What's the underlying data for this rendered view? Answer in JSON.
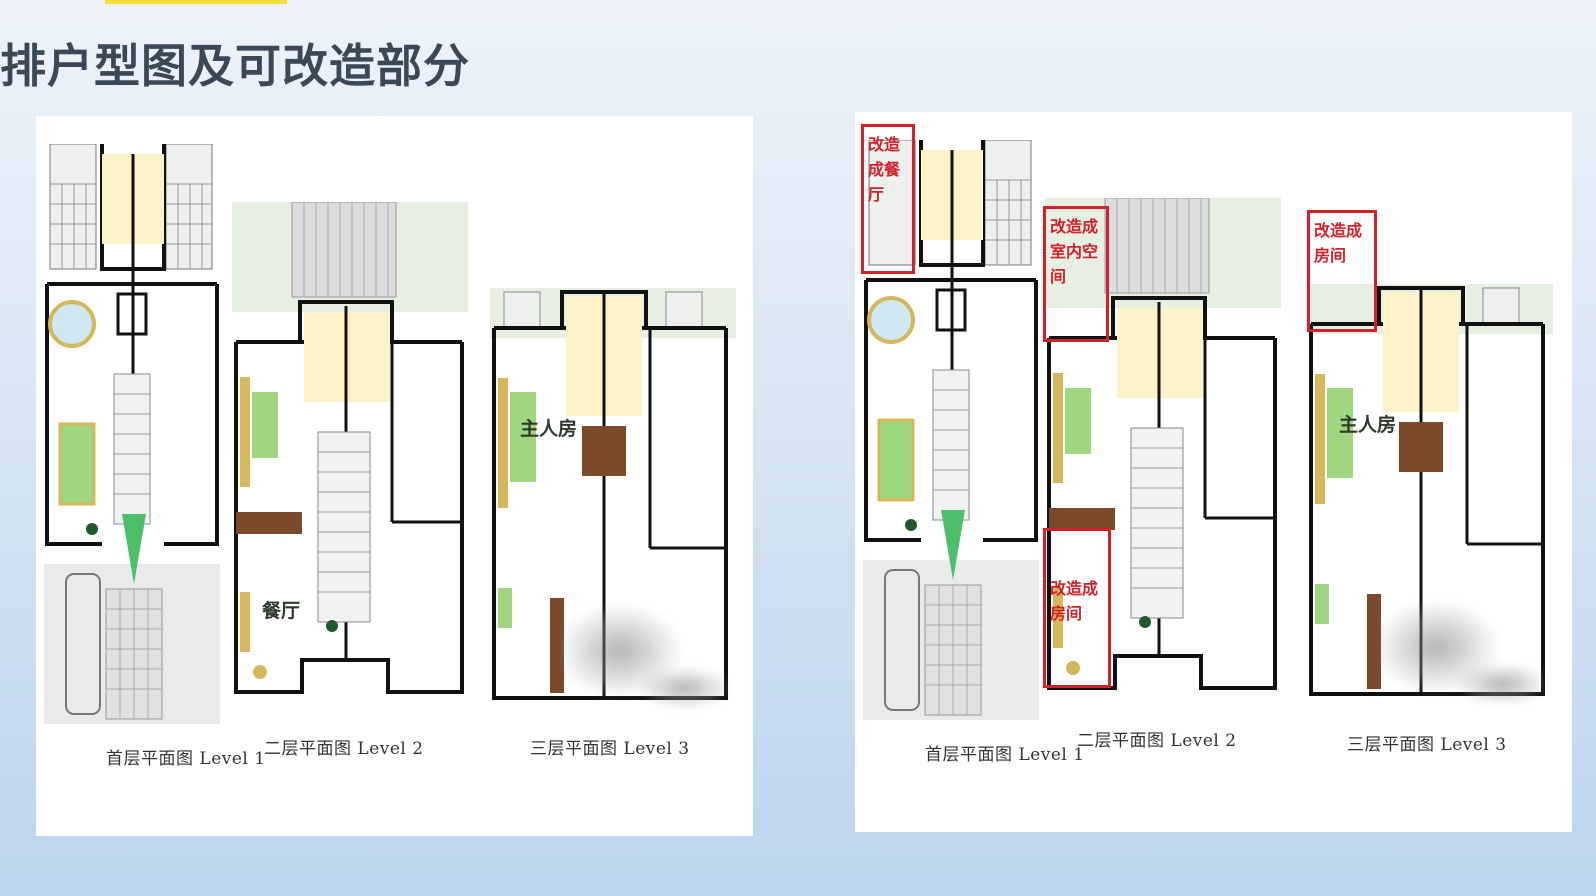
{
  "title": "排户型图及可改造部分",
  "colors": {
    "title": "#3b4858",
    "accent": "#f3dd3a",
    "mark_red": "#d3202a",
    "wall": "#111111",
    "green_room": "#9fd680",
    "brown_floor": "#7a4a2a"
  },
  "left_panel": {
    "captions": [
      "首层平面图 Level 1",
      "二层平面图 Level 2",
      "三层平面图 Level 3"
    ],
    "labels": {
      "dining": "餐厅",
      "master": "主人房"
    }
  },
  "right_panel": {
    "captions": [
      "首层平面图 Level 1",
      "二层平面图 Level 2",
      "三层平面图 Level 3"
    ],
    "labels": {
      "master": "主人房"
    },
    "marks": [
      "改造成餐厅",
      "改造成室内空间",
      "改造成房间",
      "改造成房间"
    ]
  }
}
